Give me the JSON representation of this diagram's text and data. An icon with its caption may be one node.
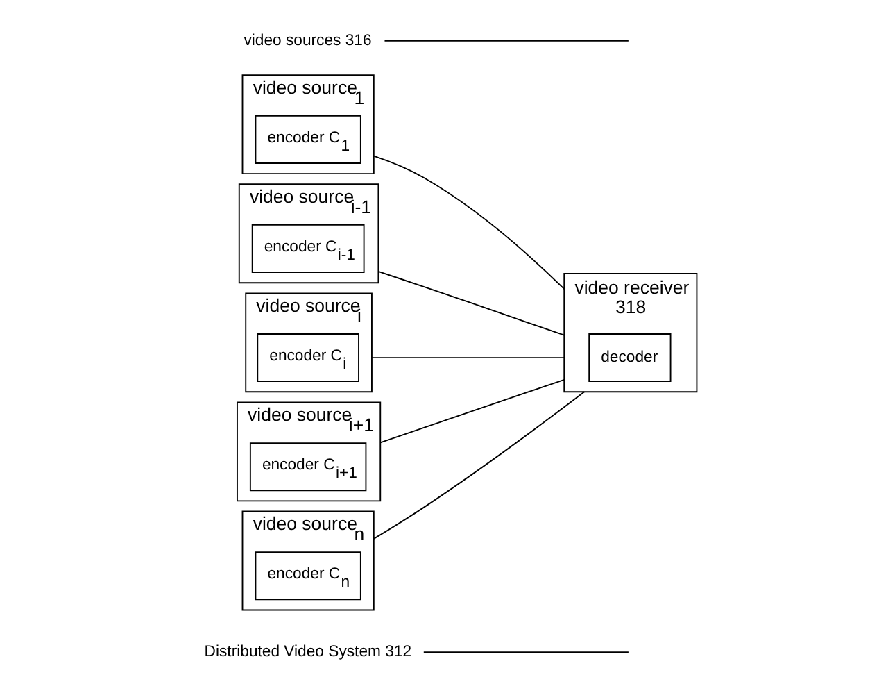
{
  "diagram": {
    "nodes": [
      {
        "text": [
          "Distributed Video System 312"
        ]
      },
      {
        "text": [
          "video source$_{1}$"
        ]
      },
      {
        "text": [
          "encoder C$_{1}$"
        ],
        "in": 1
      },
      {
        "text": [
          "video source$_{i-1}$"
        ]
      },
      {
        "text": [
          "encoder C$_{i-1}$"
        ],
        "in": 3
      },
      {
        "text": [
          "video source$_{i}$"
        ]
      },
      {
        "text": [
          "encoder C$_{i}$"
        ],
        "in": 5
      },
      {
        "text": [
          "video source$_{i+1}$"
        ]
      },
      {
        "text": [
          "encoder C$_{i+1}$"
        ],
        "in": 7
      },
      {
        "text": [
          "video source$_{n}$"
        ]
      },
      {
        "text": [
          "encoder C$_{n}$"
        ],
        "in": 9
      },
      {
        "text": [
          "video receiver",
          "318"
        ]
      },
      {
        "text": [
          "decoder"
        ],
        "in": 11
      },
      {
        "text": [
          "video sources 316"
        ]
      }
    ],
    "edges": [
      {
        "from": 0,
        "to": null,
        "arrow": "none"
      },
      {
        "from": 1,
        "to": 11,
        "arrow": "none"
      },
      {
        "from": 3,
        "to": 11,
        "arrow": "none"
      },
      {
        "from": 5,
        "to": 11,
        "arrow": "none"
      },
      {
        "from": 7,
        "to": 11,
        "arrow": "none"
      },
      {
        "from": 9,
        "to": 11,
        "arrow": "none"
      },
      {
        "from": 13,
        "to": null,
        "arrow": "none"
      }
    ]
  }
}
